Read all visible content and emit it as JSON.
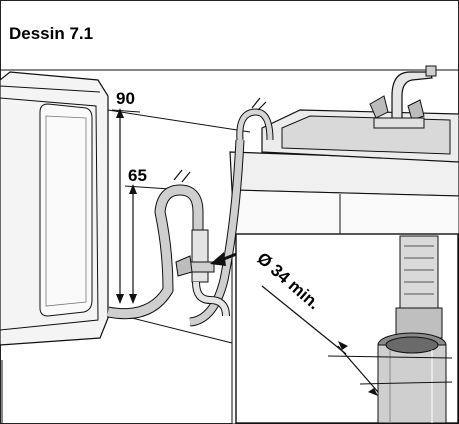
{
  "figure": {
    "title": "Dessin 7.1",
    "height_label_high": "90",
    "height_label_low": "65",
    "diameter_label": "Ø 34 min."
  },
  "icons": {
    "machine": "washing-machine-icon",
    "sink": "sink-icon",
    "faucet": "faucet-icon",
    "hose": "drain-hose-icon",
    "siphon": "siphon-icon",
    "pipe": "drain-pipe-icon"
  },
  "colors": {
    "line": "#111111",
    "fill_light": "#f2f2f2",
    "fill_mid": "#cfcfcf",
    "fill_dark": "#7a7a7a"
  }
}
